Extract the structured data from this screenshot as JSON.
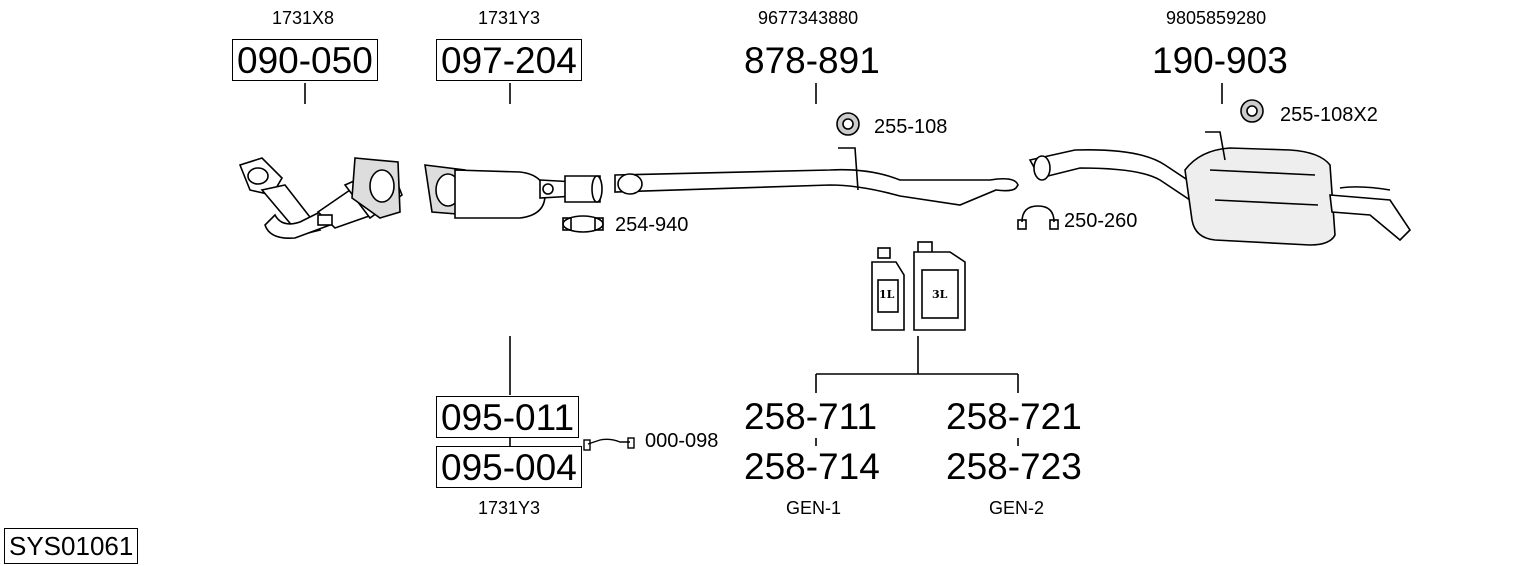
{
  "diagram": {
    "system_code": "SYS01061",
    "main_parts": [
      {
        "oem": "1731X8",
        "part_number": "090-050",
        "boxed": true
      },
      {
        "oem": "1731Y3",
        "part_number": "097-204",
        "boxed": true
      },
      {
        "oem": "9677343880",
        "part_number": "878-891",
        "boxed": false
      },
      {
        "oem": "9805859280",
        "part_number": "190-903",
        "boxed": false
      }
    ],
    "accessories": {
      "hanger_a": "255-108",
      "hanger_b": "255-108X2",
      "clamp_a": "254-940",
      "clamp_b": "250-260",
      "sensor": "000-098"
    },
    "lower_parts": {
      "cat_a": "095-011",
      "cat_b": "095-004",
      "cat_oem": "1731Y3"
    },
    "additive": {
      "bottle_small_label": "1L",
      "bottle_large_label": "3L",
      "gen1": {
        "top": "258-711",
        "bottom": "258-714",
        "label": "GEN-1"
      },
      "gen2": {
        "top": "258-721",
        "bottom": "258-723",
        "label": "GEN-2"
      }
    }
  }
}
